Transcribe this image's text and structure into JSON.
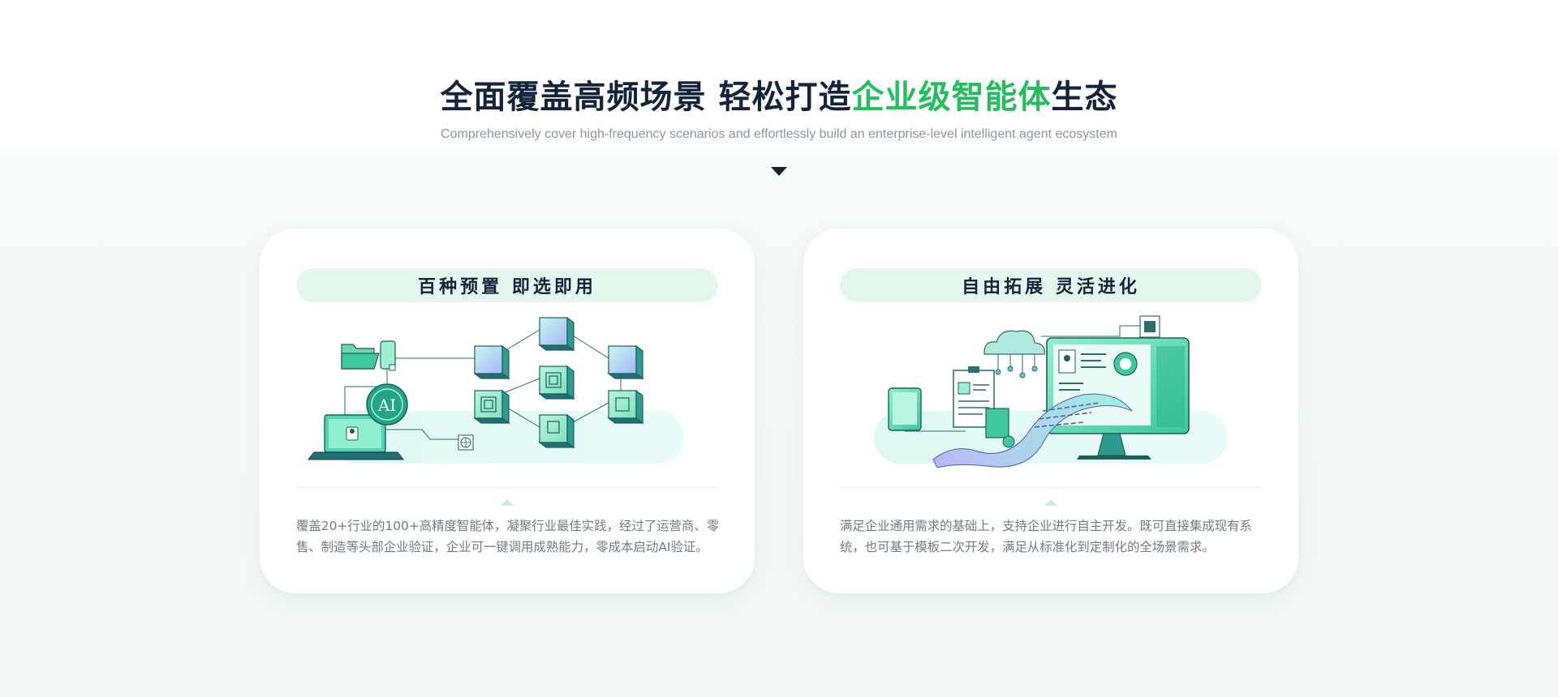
{
  "section": {
    "title_part1": "全面覆盖高频场景 轻松打造",
    "title_highlight": "企业级智能体",
    "title_part2": "生态",
    "subtitle": "Comprehensively cover high-frequency scenarios and effortlessly build an enterprise-level intelligent agent ecosystem"
  },
  "cards": [
    {
      "title": "百种预置 即选即用",
      "badge_text": "AI",
      "description": "覆盖20+行业的100+高精度智能体，凝聚行业最佳实践，经过了运营商、零售、制造等头部企业验证，企业可一键调用成熟能力，零成本启动AI验证。"
    },
    {
      "title": "自由拓展 灵活进化",
      "description": "满足企业通用需求的基础上，支持企业进行自主开发。既可直接集成现有系统，也可基于模板二次开发，满足从标准化到定制化的全场景需求。"
    }
  ],
  "colors": {
    "brand_green": "#22bf5c",
    "title_dark": "#13233c",
    "pill_bg": "#e2f8ec",
    "body_text": "#6f7c88"
  },
  "icons": [
    "down-arrow-icon",
    "folder-icon",
    "phone-icon",
    "laptop-icon",
    "ai-badge-icon",
    "chip-icon",
    "cloud-icon",
    "tablet-icon",
    "clipboard-icon",
    "monitor-icon",
    "document-icon"
  ]
}
